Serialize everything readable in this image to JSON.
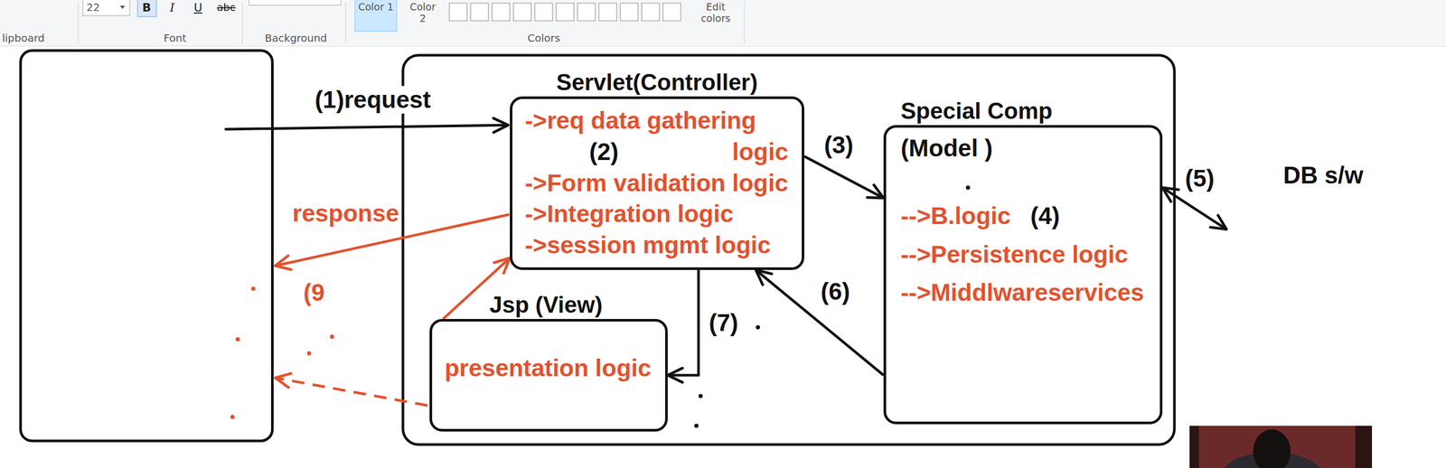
{
  "diagram": {
    "nodes": [
      {
        "text": [
          "Servlet(Controller)",
          "->req data gathering logic",
          "->Form validation logic",
          "->Integration logic",
          "->session mgmt logic"
        ]
      },
      {
        "text": [
          "Jsp (View)",
          "presentation logic"
        ]
      },
      {
        "text": [
          "Special Comp",
          "(Model )",
          "-->B.logic",
          "-->Persistence logic",
          "-->Middlwareservices"
        ]
      },
      {
        "text": [
          "DB s/w"
        ]
      }
    ],
    "edges": [
      {
        "from": 0,
        "to": 2,
        "label": "(3)",
        "arrow": "to"
      },
      {
        "from": 2,
        "to": 3,
        "label": "(5)",
        "arrow": "both"
      },
      {
        "from": 2,
        "to": 0,
        "label": "(6)",
        "arrow": "to"
      },
      {
        "from": 0,
        "to": 1,
        "label": "(7)",
        "arrow": "to"
      },
      {
        "from": 1,
        "to": 0,
        "arrow": "to"
      }
    ],
    "labels": [
      "22",
      "B",
      "I",
      "U",
      "abc",
      "Color 1",
      "Color 2",
      "Edit colors",
      "lipboard",
      "Font",
      "Background",
      "Colors",
      "(1)request",
      "(2)",
      "(4)",
      "response",
      "(9"
    ]
  }
}
